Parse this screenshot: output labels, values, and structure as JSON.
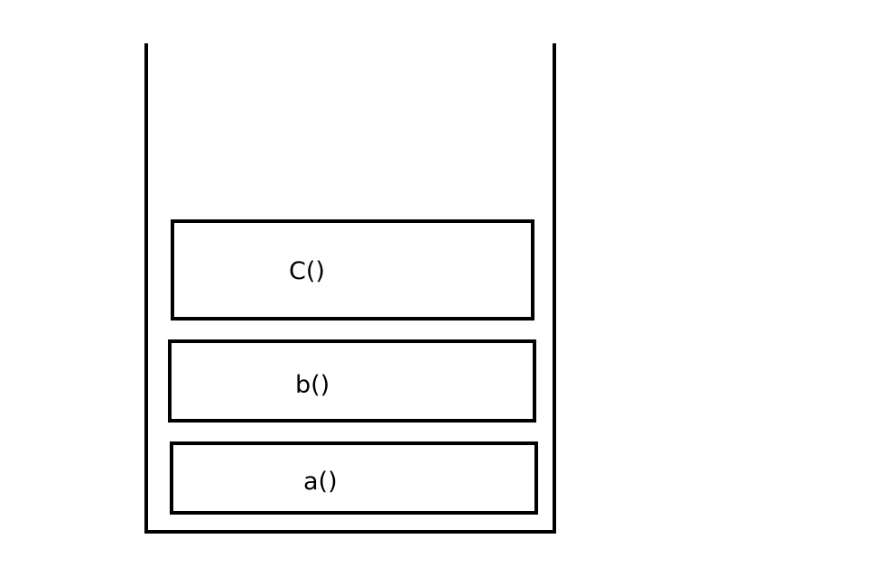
{
  "stack": {
    "frames": [
      {
        "label": "C()"
      },
      {
        "label": "b()"
      },
      {
        "label": "a()"
      }
    ]
  }
}
